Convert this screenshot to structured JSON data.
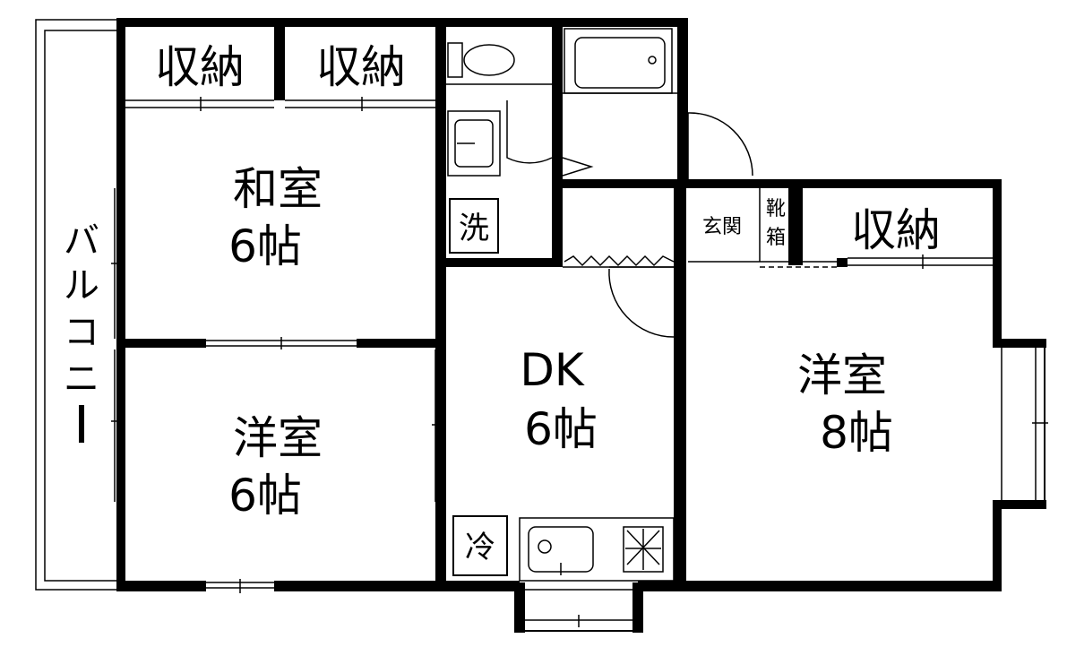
{
  "rooms": {
    "storage1": "収納",
    "storage2": "収納",
    "storage3": "収納",
    "washitsu_name": "和室",
    "washitsu_size": "6帖",
    "youshitsu_left_name": "洋室",
    "youshitsu_left_size": "6帖",
    "dk_name": "DK",
    "dk_size": "6帖",
    "youshitsu_right_name": "洋室",
    "youshitsu_right_size": "8帖",
    "entrance": "玄関",
    "shoe_box_top": "靴",
    "shoe_box_bottom": "箱",
    "laundry": "洗",
    "fridge": "冷",
    "balcony": [
      "バ",
      "ル",
      "コ",
      "ニ",
      "ー"
    ]
  }
}
